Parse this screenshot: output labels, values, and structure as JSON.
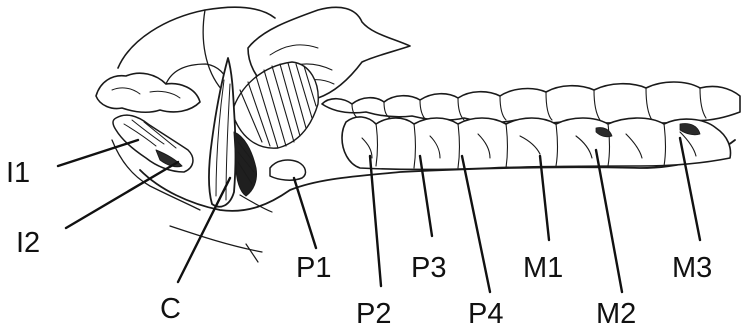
{
  "labels": {
    "I1": "I1",
    "I2": "I2",
    "C": "C",
    "P1": "P1",
    "P2": "P2",
    "P3": "P3",
    "P4": "P4",
    "M1": "M1",
    "M2": "M2",
    "M3": "M3"
  },
  "colors": {
    "ink": "#1a1a1a",
    "background": "#ffffff"
  }
}
